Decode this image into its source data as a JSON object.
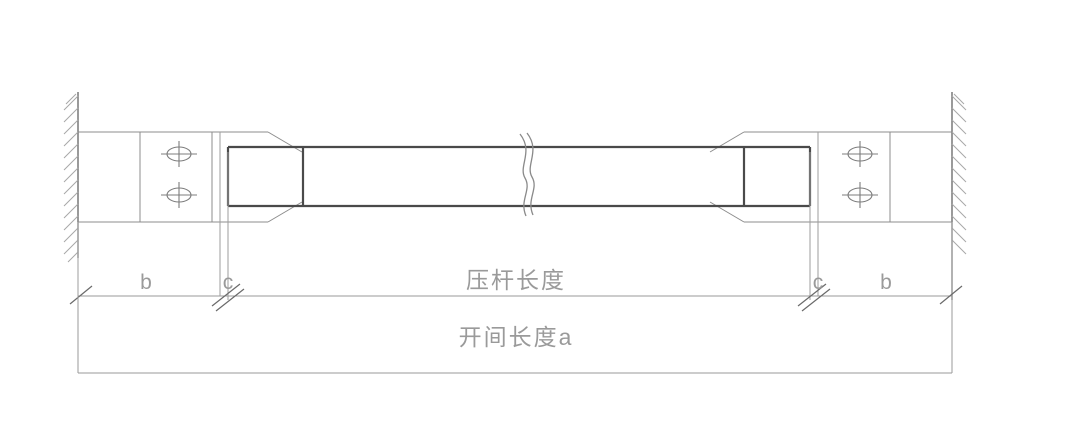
{
  "drawing": {
    "title": "压杆长度与开间长度示意图",
    "background_color": "#ffffff",
    "line_color_thin": "#8c8c8c",
    "line_color_heavy": "#4a4a4a",
    "text_color": "#9a9a9a"
  },
  "labels": {
    "member_length": "压杆长度",
    "bay_length": "开间长度a",
    "left_edge_dim": "b",
    "left_inner_dim": "c",
    "right_inner_dim": "c",
    "right_edge_dim": "b"
  },
  "components": {
    "left_wall": "左侧墙体剖面填充",
    "right_wall": "右侧墙体剖面填充",
    "left_connection_plate": "左连接板",
    "right_connection_plate": "右连接板",
    "compression_member": "压杆",
    "break_symbol": "折断符号",
    "left_bolts": [
      "螺栓1",
      "螺栓2"
    ],
    "right_bolts": [
      "螺栓1",
      "螺栓2"
    ]
  },
  "dimensions": {
    "upper_chain": [
      "b",
      "c",
      "压杆长度",
      "c",
      "b"
    ],
    "lower_chain": [
      "开间长度a"
    ]
  }
}
